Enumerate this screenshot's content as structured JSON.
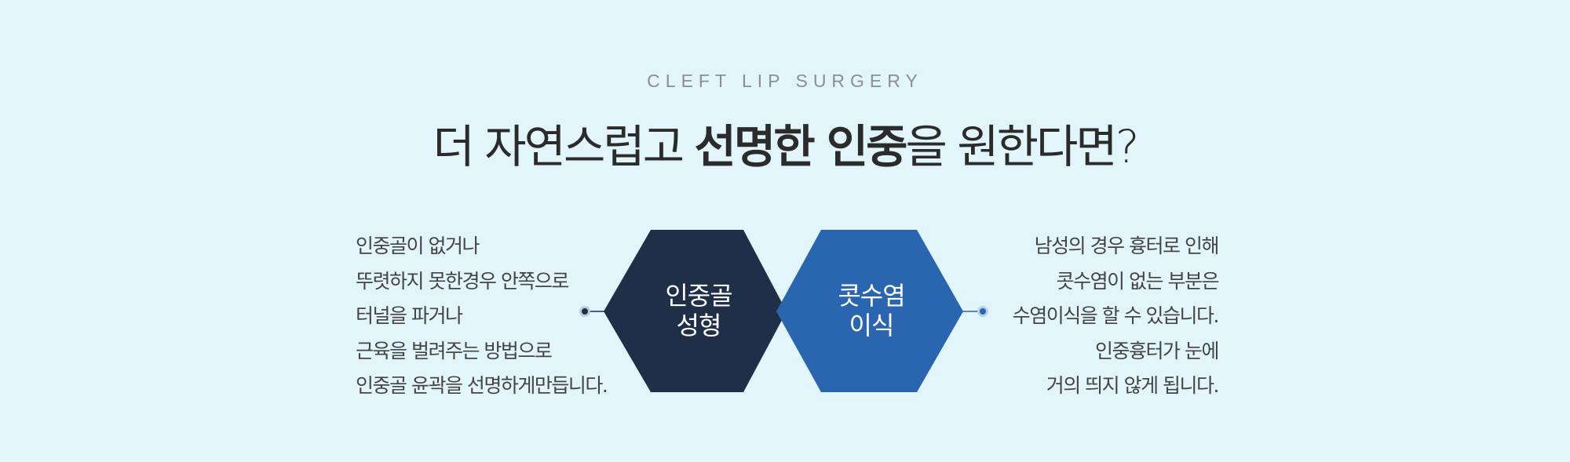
{
  "header": {
    "eyebrow": "CLEFT LIP SURGERY",
    "title_part1": "더 자연스럽고 ",
    "title_bold": "선명한 인중",
    "title_part2": "을 원한다면?"
  },
  "left_description": [
    "인중골이 없거나",
    "뚜렷하지 못한경우 안쪽으로",
    "터널을 파거나",
    "근육을 벌려주는 방법으로",
    "인중골 윤곽을 선명하게만듭니다."
  ],
  "right_description": [
    "남성의 경우 흉터로 인해",
    "콧수염이 없는 부분은",
    "수염이식을 할 수 있습니다.",
    "인중흉터가 눈에",
    "거의 띄지 않게 됩니다."
  ],
  "hexagons": [
    {
      "line1": "인중골",
      "line2": "성형",
      "color": "#1f2f48"
    },
    {
      "line1": "콧수염",
      "line2": "이식",
      "color": "#2a65b0"
    }
  ]
}
